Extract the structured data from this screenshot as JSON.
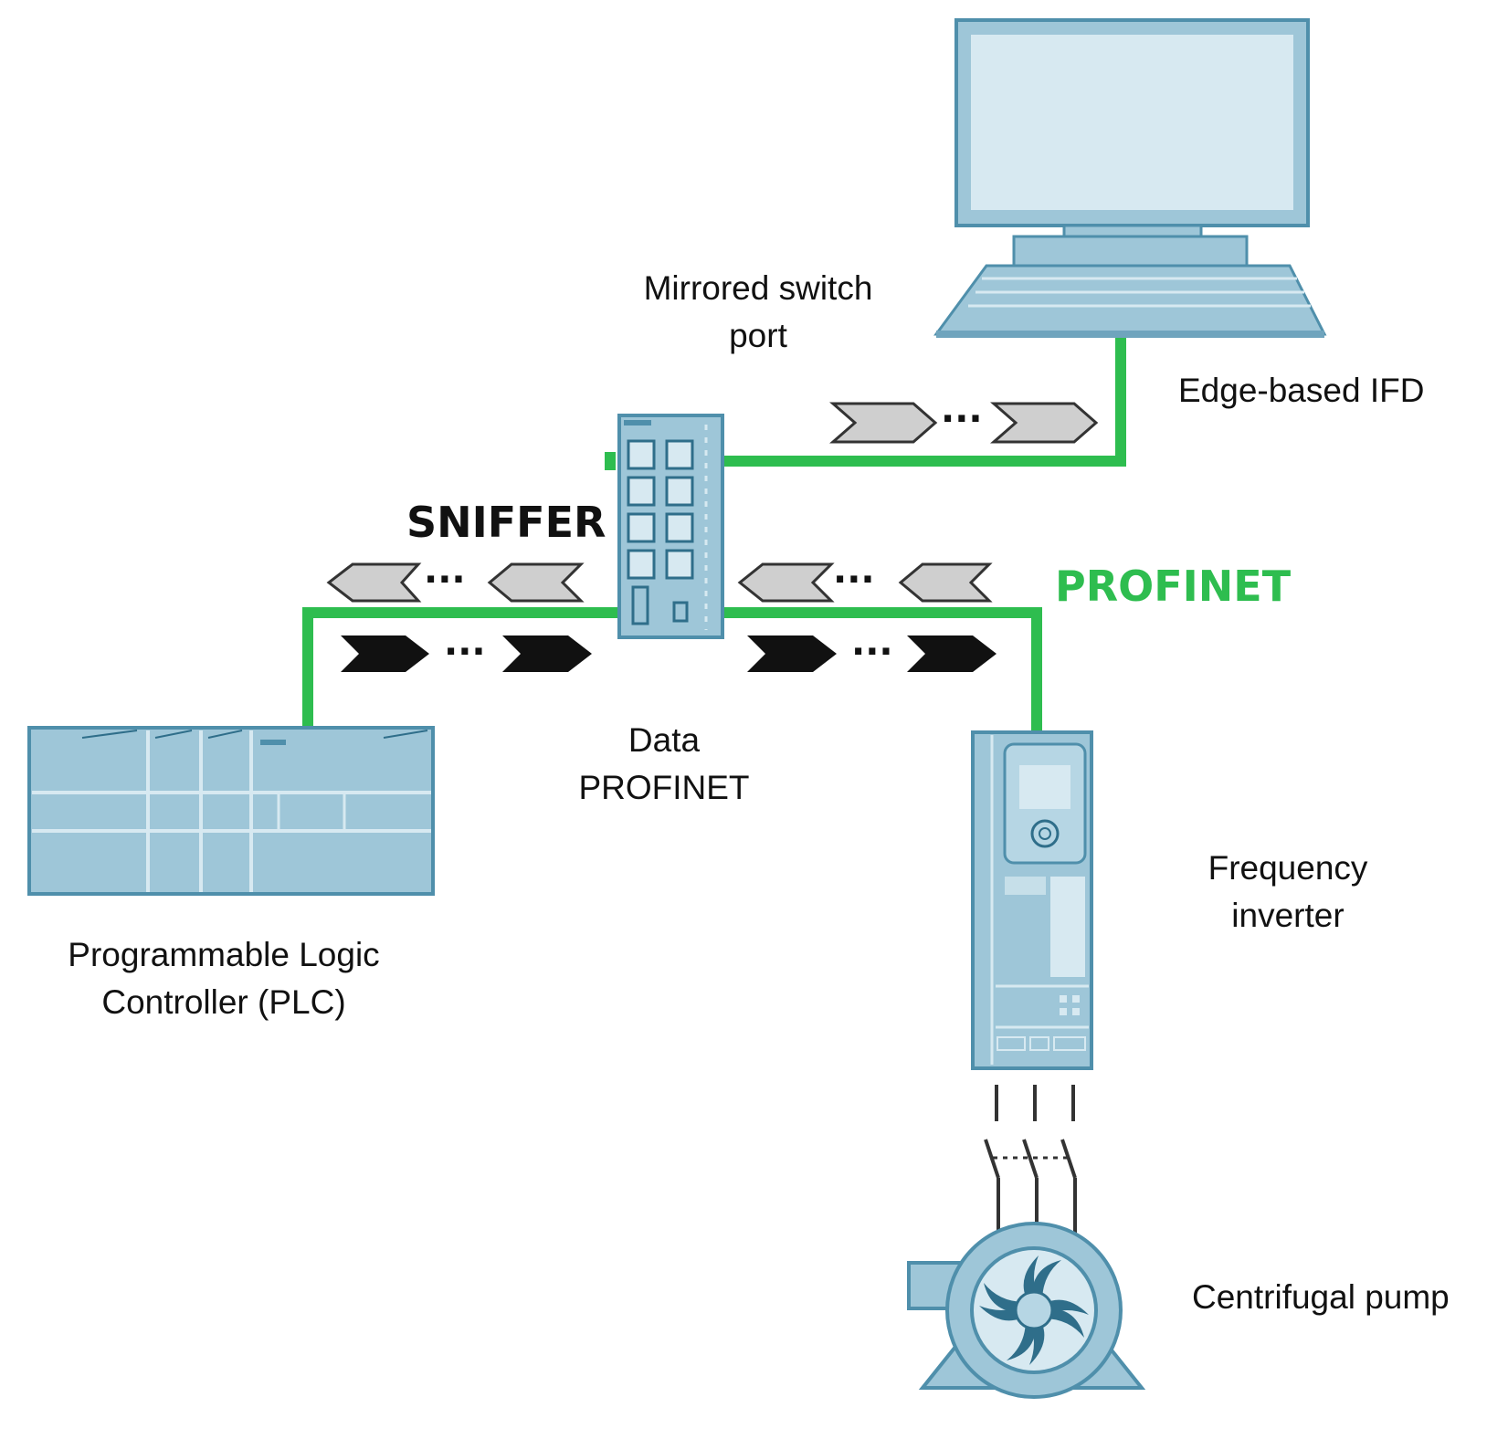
{
  "labels": {
    "mirrored_port": [
      "Mirrored switch",
      "port"
    ],
    "edge_ifd": "Edge-based IFD",
    "sniffer": "SNIFFER",
    "profinet": "PROFINET",
    "data_profinet": [
      "Data",
      "PROFINET"
    ],
    "plc": [
      "Programmable Logic",
      "Controller (PLC)"
    ],
    "inverter": [
      "Frequency",
      "inverter"
    ],
    "pump": "Centrifugal pump"
  },
  "colors": {
    "network_line": "#2ebd4f",
    "device_fill": "#9ec6d8",
    "device_stroke": "#4f8fab",
    "device_light": "#d7e9f1",
    "packet_grey": "#cfcfcf",
    "packet_black": "#111111",
    "profinet_text": "#2ebd4f",
    "sniffer_text": "#111111"
  },
  "icons": [
    "monitor-icon",
    "keyboard-icon",
    "switch-icon",
    "plc-icon",
    "inverter-icon",
    "pump-icon",
    "contactor-icon"
  ]
}
